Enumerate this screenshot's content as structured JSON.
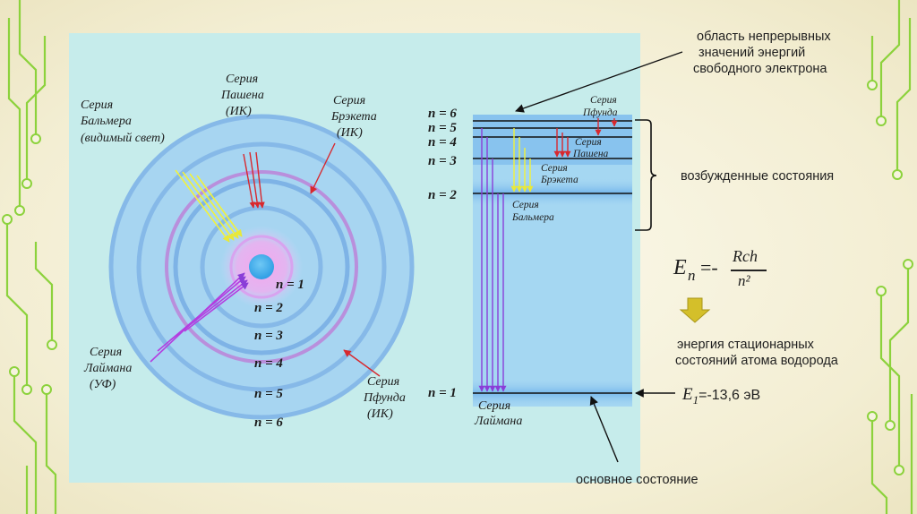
{
  "orbit_diagram": {
    "levels": [
      "n = 1",
      "n = 2",
      "n = 3",
      "n = 4",
      "n = 5",
      "n = 6"
    ],
    "series_lyman": [
      "Серия",
      "Лаймана",
      "(УФ)"
    ],
    "series_balmer": [
      "Серия",
      "Бальмера",
      "(видимый свет)"
    ],
    "series_paschen": [
      "Серия",
      "Пашена",
      "(ИК)"
    ],
    "series_brackett": [
      "Серия",
      "Брэкета",
      "(ИК)"
    ],
    "series_pfund": [
      "Серия",
      "Пфунда",
      "(ИК)"
    ]
  },
  "energy_diagram": {
    "levels": [
      "n = 6",
      "n = 5",
      "n = 4",
      "n = 3",
      "n = 2",
      "n = 1"
    ],
    "series_pfund": [
      "Серия",
      "Пфунда"
    ],
    "series_paschen": [
      "Серия",
      "Пашена"
    ],
    "series_brackett": [
      "Серия",
      "Брэкета"
    ],
    "series_balmer": [
      "Серия",
      "Бальмера"
    ],
    "series_lyman": [
      "Серия",
      "Лаймана"
    ]
  },
  "annotations": {
    "continuum": [
      "область непрерывных",
      "значений энергий",
      "свободного электрона"
    ],
    "excited": "возбужденные состояния",
    "stationary": [
      "энергия стационарных",
      "состояний атома водорода"
    ],
    "ground": "основное состояние"
  },
  "formula": {
    "lhs": "E",
    "lhs_sub": "n",
    "eq": "=-",
    "numerator": "Rch",
    "denominator": "n²",
    "e1": "E",
    "e1_sub": "1",
    "e1_value": "=-13,6 эВ"
  },
  "colors": {
    "panel": "#c6eceb",
    "circuit": "#8cd23c",
    "arrow_yellow": "#f2f23a",
    "arrow_red": "#d8282e",
    "arrow_violet": "#8a3ed8",
    "formula_arrow": "#c7b21a"
  }
}
